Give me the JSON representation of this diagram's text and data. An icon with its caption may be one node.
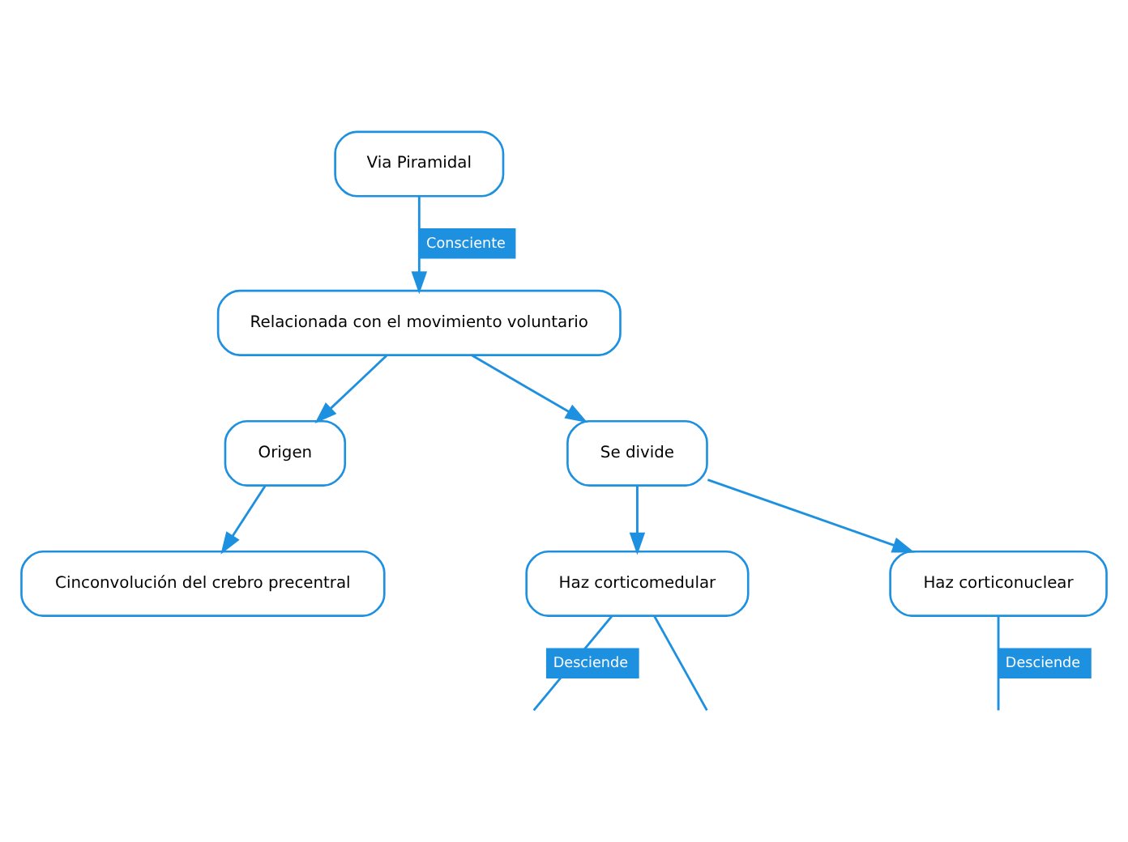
{
  "diagram": {
    "nodes": [
      {
        "text": [
          "Via Piramidal"
        ]
      },
      {
        "text": [
          "Relacionada con el movimiento voluntario"
        ]
      },
      {
        "text": [
          "Origen"
        ]
      },
      {
        "text": [
          "Se divide"
        ]
      },
      {
        "text": [
          "Cinconvolución del crebro precentral"
        ]
      },
      {
        "text": [
          "Haz corticomedular"
        ]
      },
      {
        "text": [
          "Haz corticonuclear"
        ]
      }
    ],
    "edges": [
      {
        "from": 0,
        "to": 1,
        "arrow": "to",
        "label": "Consciente"
      },
      {
        "from": 1,
        "to": 2,
        "arrow": "to"
      },
      {
        "from": 1,
        "to": 3,
        "arrow": "to"
      },
      {
        "from": 2,
        "to": 4,
        "arrow": "to"
      },
      {
        "from": 3,
        "to": 5,
        "arrow": "to"
      },
      {
        "from": 3,
        "to": 6,
        "arrow": "to"
      },
      {
        "from": 5,
        "to": null,
        "arrow": "none",
        "label": "Desciende"
      },
      {
        "from": 5,
        "to": null,
        "arrow": "none"
      },
      {
        "from": 6,
        "to": null,
        "arrow": "none",
        "label": "Desciende"
      }
    ]
  }
}
